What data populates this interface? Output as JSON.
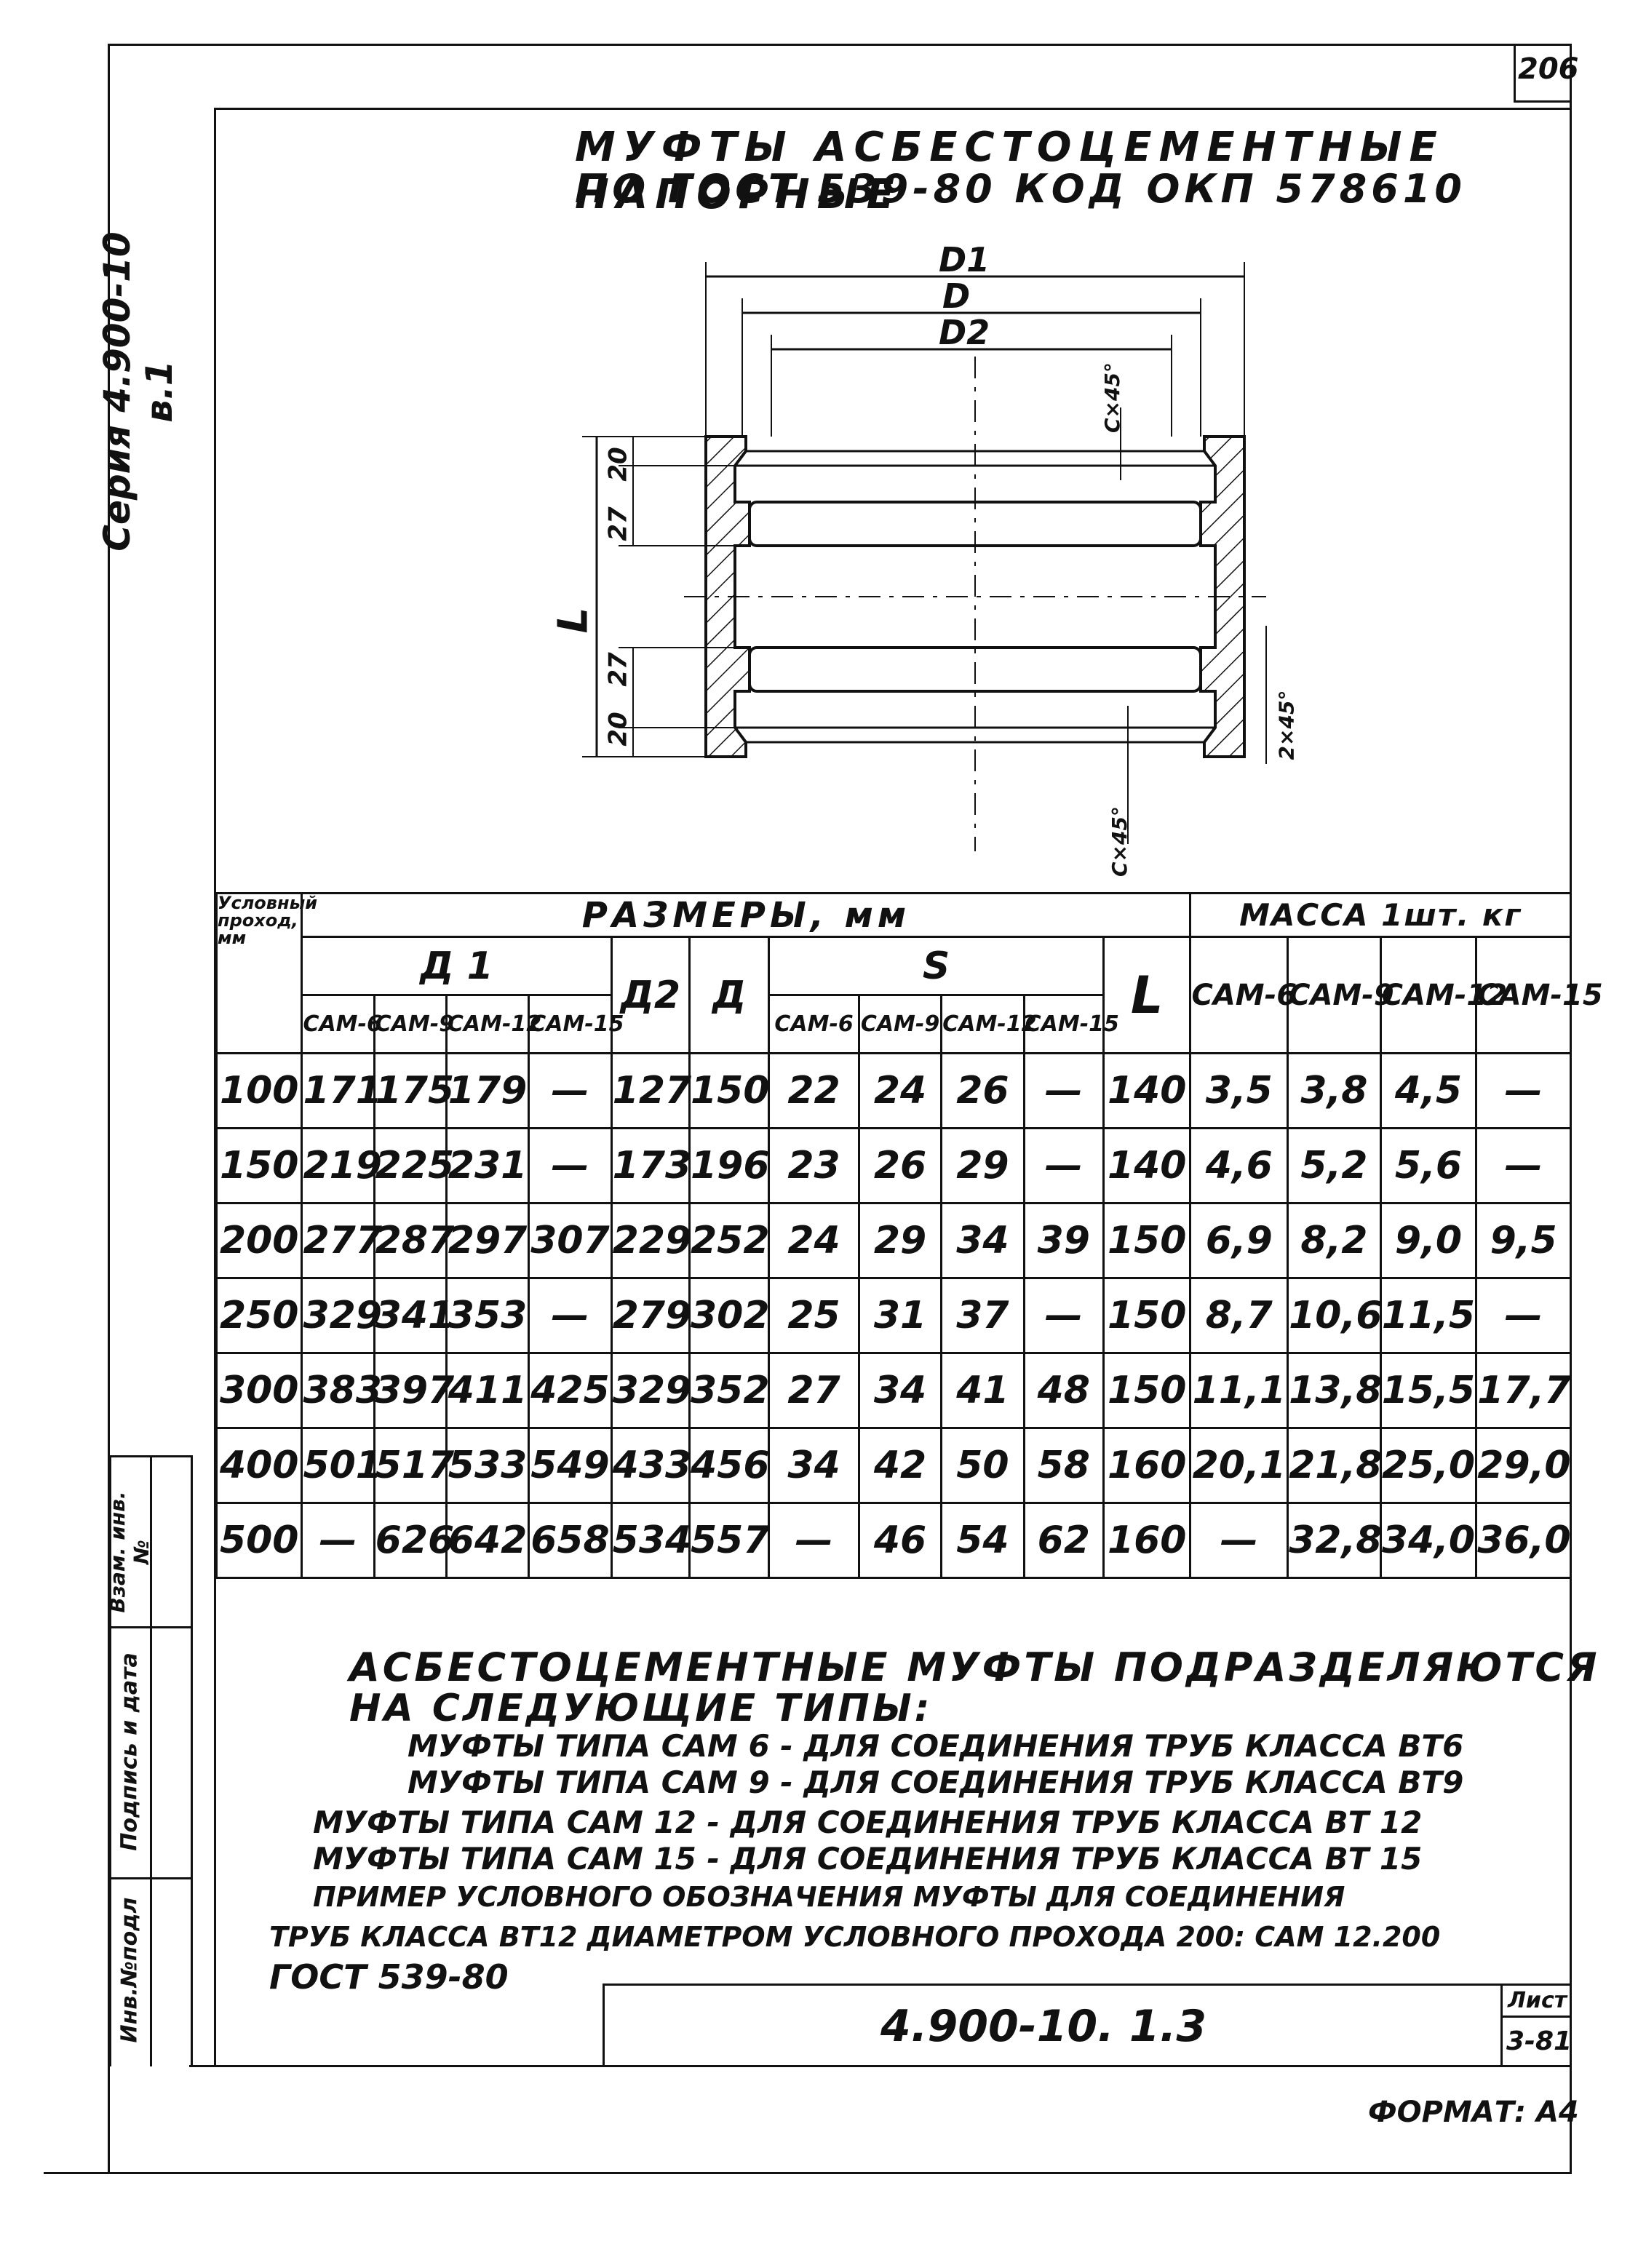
{
  "page_number": "206",
  "series_label": "Серия 4.900-10 в.1",
  "title": {
    "line1": "Муфты асбестоцементные напорные",
    "line2": "по ГОСТ 539-80 код ОКП 578610"
  },
  "drawing": {
    "dim_d1": "D1",
    "dim_d": "D",
    "dim_d2": "D2",
    "dim_l": "L",
    "dim_20a": "20",
    "dim_27a": "27",
    "dim_27b": "27",
    "dim_20b": "20",
    "chamfer_top": "C×45°",
    "chamfer_bottom": "C×45°",
    "chamfer_right": "2×45°"
  },
  "table": {
    "header": {
      "nominal": "Условный проход, мм",
      "sizes": "РАЗМЕРЫ, мм",
      "mass": "МАССА 1шт. кг",
      "d1": "Д 1",
      "d2": "Д2",
      "d": "Д",
      "s": "S",
      "l": "L",
      "sub": [
        "САМ-6",
        "САМ-9",
        "САМ-12",
        "САМ-15"
      ],
      "mass_sub": [
        "САМ-6",
        "САМ-9",
        "САМ-12",
        "САМ-15"
      ]
    },
    "rows": [
      [
        "100",
        "171",
        "175",
        "179",
        "—",
        "127",
        "150",
        "22",
        "24",
        "26",
        "—",
        "140",
        "3,5",
        "3,8",
        "4,5",
        "—"
      ],
      [
        "150",
        "219",
        "225",
        "231",
        "—",
        "173",
        "196",
        "23",
        "26",
        "29",
        "—",
        "140",
        "4,6",
        "5,2",
        "5,6",
        "—"
      ],
      [
        "200",
        "277",
        "287",
        "297",
        "307",
        "229",
        "252",
        "24",
        "29",
        "34",
        "39",
        "150",
        "6,9",
        "8,2",
        "9,0",
        "9,5"
      ],
      [
        "250",
        "329",
        "341",
        "353",
        "—",
        "279",
        "302",
        "25",
        "31",
        "37",
        "—",
        "150",
        "8,7",
        "10,6",
        "11,5",
        "—"
      ],
      [
        "300",
        "383",
        "397",
        "411",
        "425",
        "329",
        "352",
        "27",
        "34",
        "41",
        "48",
        "150",
        "11,1",
        "13,8",
        "15,5",
        "17,7"
      ],
      [
        "400",
        "501",
        "517",
        "533",
        "549",
        "433",
        "456",
        "34",
        "42",
        "50",
        "58",
        "160",
        "20,1",
        "21,8",
        "25,0",
        "29,0"
      ],
      [
        "500",
        "—",
        "626",
        "642",
        "658",
        "534",
        "557",
        "—",
        "46",
        "54",
        "62",
        "160",
        "—",
        "32,8",
        "34,0",
        "36,0"
      ]
    ]
  },
  "notes": [
    "Асбестоцементные муфты подразделяются",
    "на следующие типы:",
    "муфты типа САМ 6 - для соединения труб класса ВТ6",
    "муфты типа САМ 9 - для соединения труб класса ВТ9",
    "муфты типа САМ 12 - для соединения труб класса ВТ 12",
    "муфты типа САМ 15 - для соединения труб класса ВТ 15",
    "Пример условного обозначения муфты для соединения",
    "труб класса ВТ12 диаметром условного прохода 200: САМ 12.200",
    "ГОСТ 539-80"
  ],
  "stamp": {
    "code": "4.900-10. 1.3",
    "sheet_label": "Лист",
    "sheet": "3-81"
  },
  "side_labels": {
    "inv_no": "Инв.№подл",
    "signature": "Подпись и дата",
    "replace": "Взам. инв.№"
  },
  "format": "Формат: А4"
}
